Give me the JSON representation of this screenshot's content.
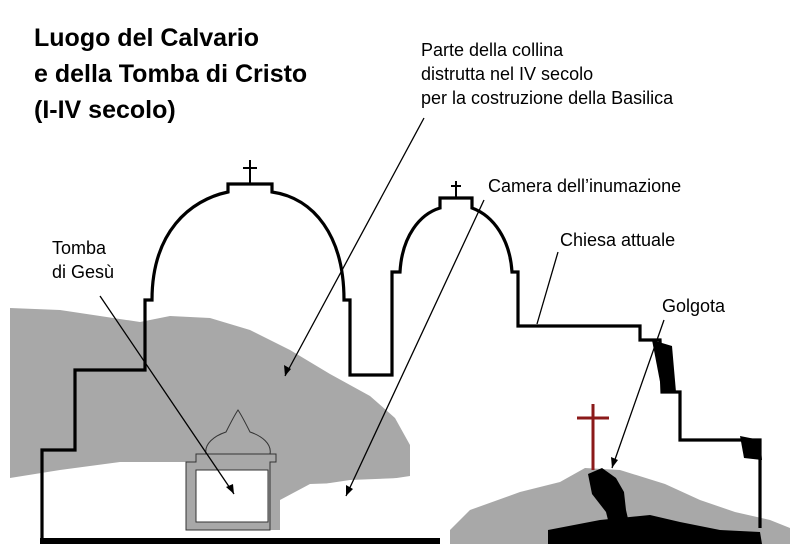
{
  "title": {
    "line1": "Luogo del Calvario",
    "line2": "e della Tomba di Cristo",
    "line3": "(I-IV secolo)"
  },
  "labels": {
    "hill_part": [
      "Parte della collina",
      "distrutta nel IV secolo",
      "per la costruzione della Basilica"
    ],
    "burial_chamber": "Camera dell’inumazione",
    "present_church": "Chiesa attuale",
    "tomb": [
      "Tomba",
      "di Gesù"
    ],
    "golgotha": "Golgota"
  },
  "colors": {
    "hill": "#a8a8a8",
    "outline": "#000000",
    "cross_red": "#8b1a1a",
    "background": "#ffffff"
  }
}
